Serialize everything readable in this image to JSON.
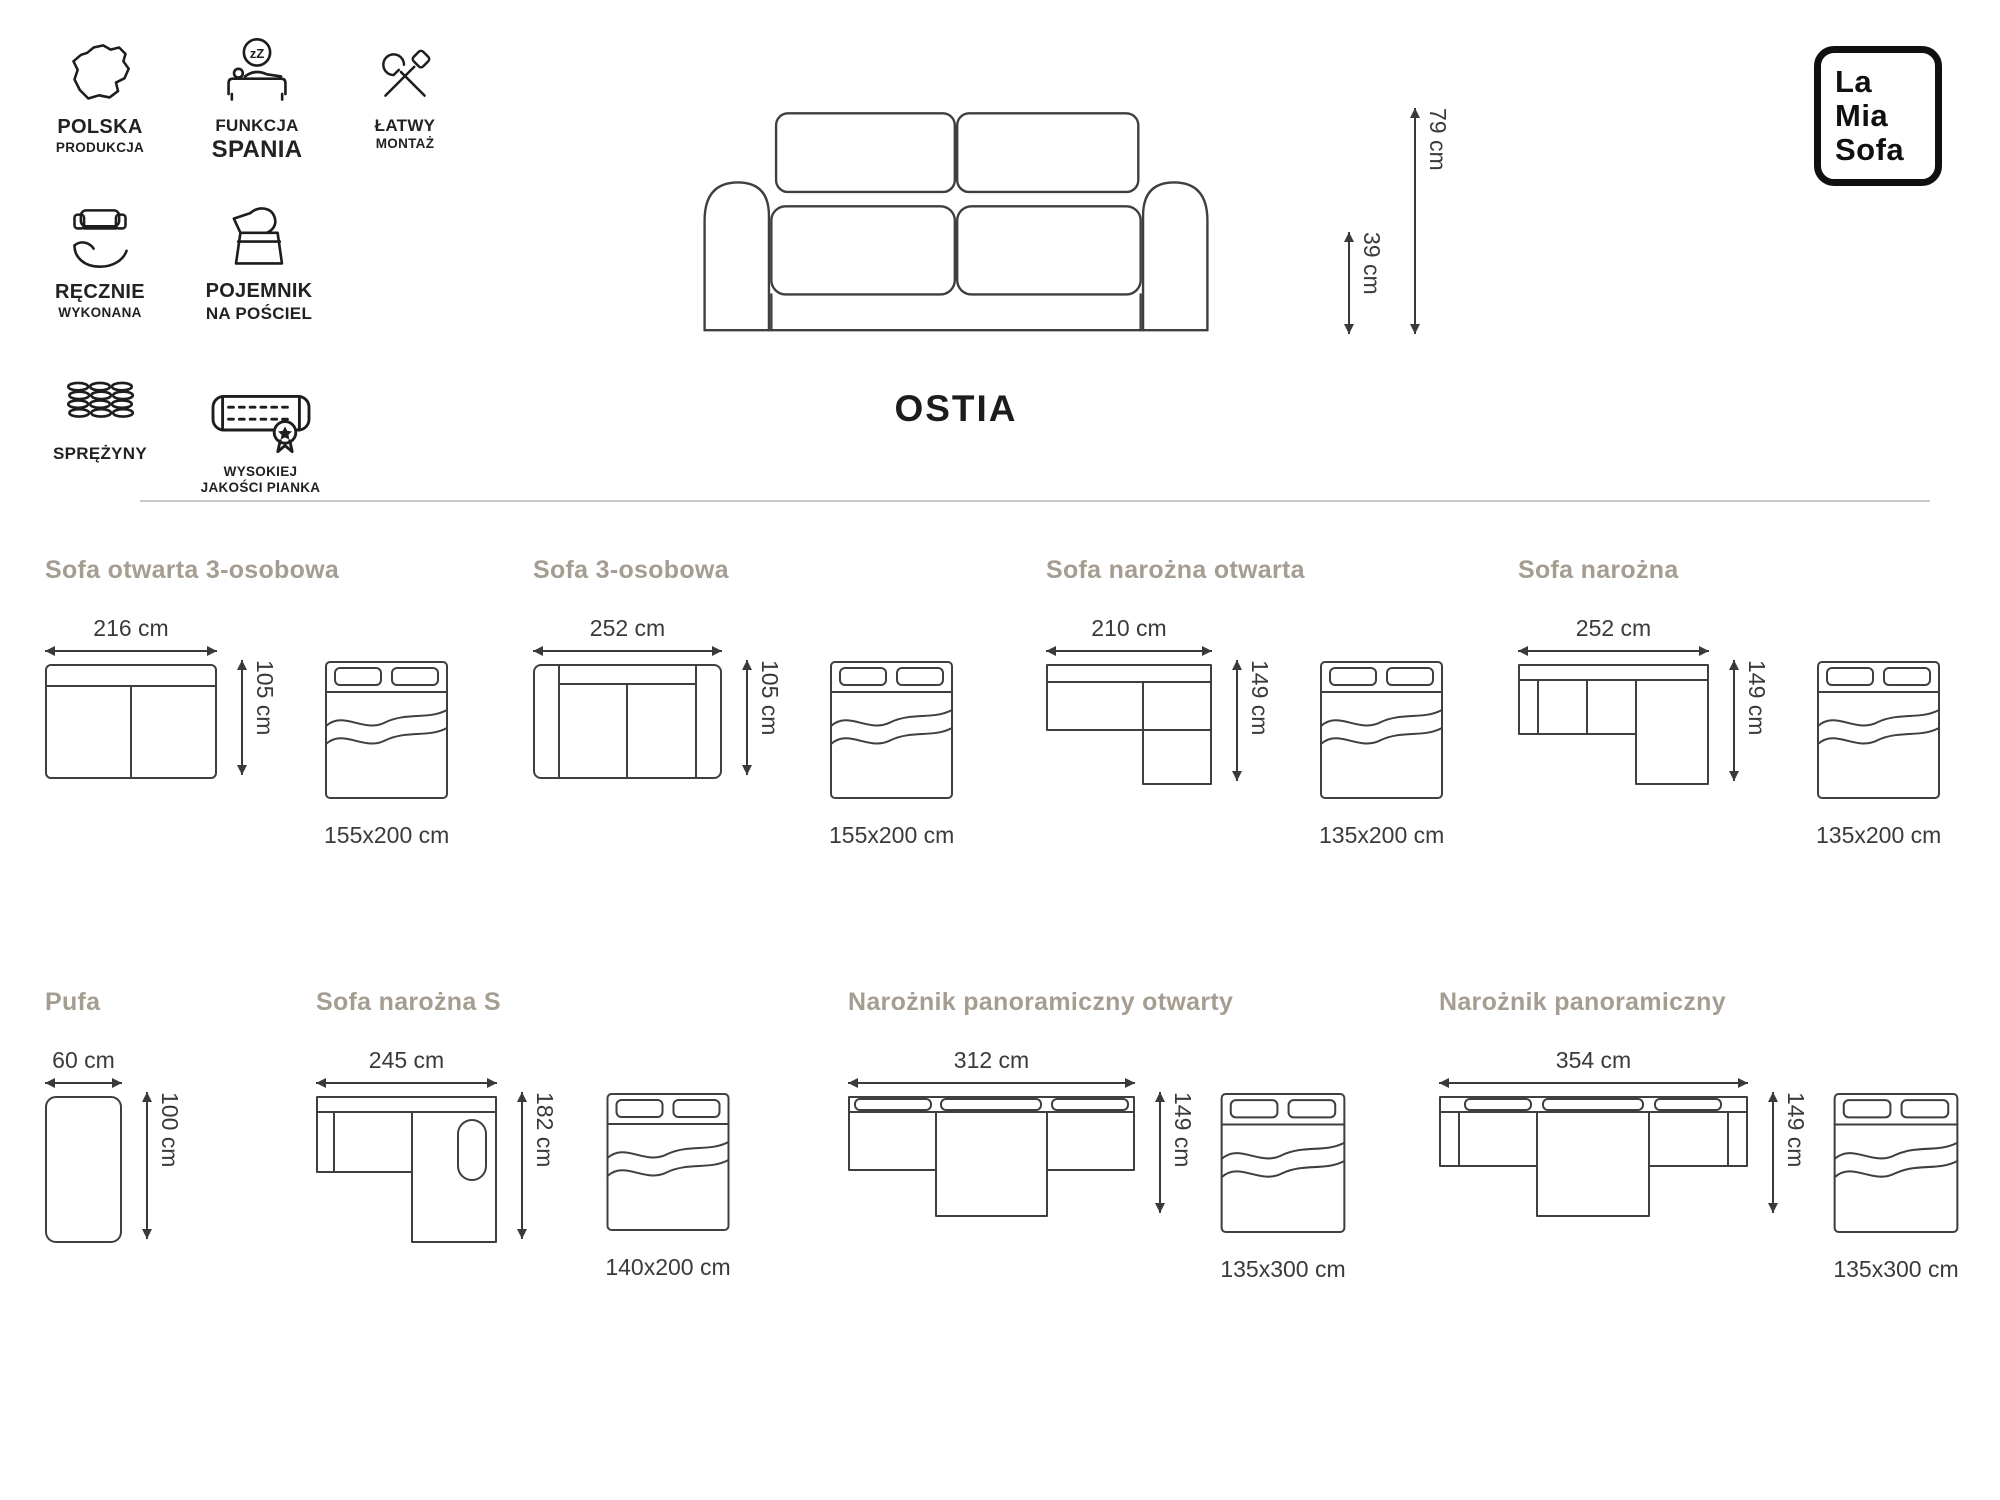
{
  "brand": {
    "lines": [
      "La",
      "Mia",
      "Sofa"
    ]
  },
  "header": {
    "product_name": "OSTIA",
    "total_height": "79 cm",
    "seat_height": "39 cm"
  },
  "features": [
    {
      "icon": "poland-map-icon",
      "lines": [
        "POLSKA",
        "PRODUKCJA"
      ]
    },
    {
      "icon": "sleep-function-icon",
      "lines": [
        "FUNKCJA",
        "SPANIA"
      ]
    },
    {
      "icon": "easy-assembly-icon",
      "lines": [
        "ŁATWY",
        "MONTAŻ"
      ]
    },
    {
      "icon": "handmade-icon",
      "lines": [
        "RĘCZNIE",
        "WYKONANA"
      ]
    },
    {
      "icon": "bedding-storage-icon",
      "lines": [
        "POJEMNIK",
        "NA POŚCIEL"
      ]
    },
    {
      "icon": "springs-icon",
      "lines": [
        "SPRĘŻYNY"
      ]
    },
    {
      "icon": "foam-icon",
      "lines": [
        "WYSOKIEJ",
        "JAKOŚCI PIANKA"
      ]
    }
  ],
  "configs": [
    {
      "title": "Sofa otwarta 3-osobowa",
      "width": "216 cm",
      "depth": "105 cm",
      "bed": "155x200 cm"
    },
    {
      "title": "Sofa 3-osobowa",
      "width": "252 cm",
      "depth": "105 cm",
      "bed": "155x200 cm"
    },
    {
      "title": "Sofa narożna otwarta",
      "width": "210 cm",
      "depth": "149 cm",
      "bed": "135x200 cm"
    },
    {
      "title": "Sofa narożna",
      "width": "252 cm",
      "depth": "149 cm",
      "bed": "135x200 cm"
    },
    {
      "title": "Pufa",
      "width": "60 cm",
      "depth": "100 cm"
    },
    {
      "title": "Sofa narożna S",
      "width": "245 cm",
      "depth": "182 cm",
      "bed": "140x200 cm"
    },
    {
      "title": "Narożnik panoramiczny otwarty",
      "width": "312 cm",
      "depth": "149 cm",
      "bed": "135x300 cm"
    },
    {
      "title": "Narożnik panoramiczny",
      "width": "354 cm",
      "depth": "149 cm",
      "bed": "135x300 cm"
    }
  ],
  "colors": {
    "line": "#3f3f3f",
    "title": "#a59d91",
    "divider": "#c9c9c9",
    "ink": "#1d1d1d"
  }
}
